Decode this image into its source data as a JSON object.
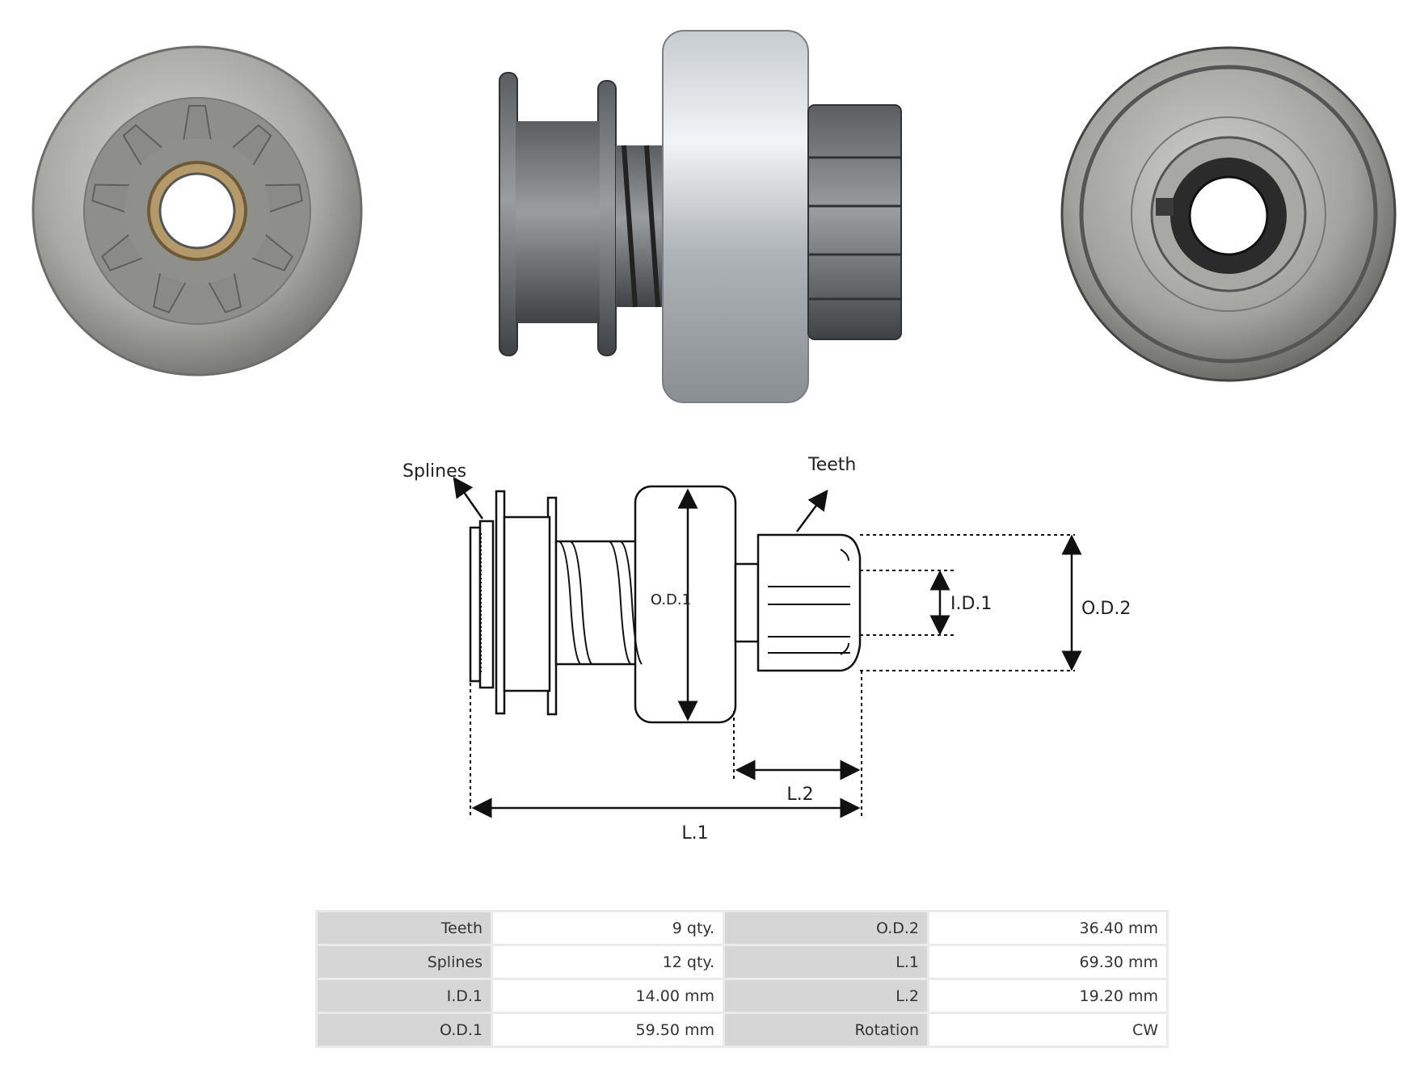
{
  "diagram": {
    "labels": {
      "splines": "Splines",
      "teeth": "Teeth",
      "od1": "O.D.1",
      "id1": "I.D.1",
      "od2": "O.D.2",
      "l1": "L.1",
      "l2": "L.2"
    }
  },
  "specs": [
    {
      "label_a": "Teeth",
      "value_a": "9 qty.",
      "label_b": "O.D.2",
      "value_b": "36.40 mm"
    },
    {
      "label_a": "Splines",
      "value_a": "12 qty.",
      "label_b": "L.1",
      "value_b": "69.30 mm"
    },
    {
      "label_a": "I.D.1",
      "value_a": "14.00 mm",
      "label_b": "L.2",
      "value_b": "19.20 mm"
    },
    {
      "label_a": "O.D.1",
      "value_a": "59.50 mm",
      "label_b": "Rotation",
      "value_b": "CW"
    }
  ]
}
